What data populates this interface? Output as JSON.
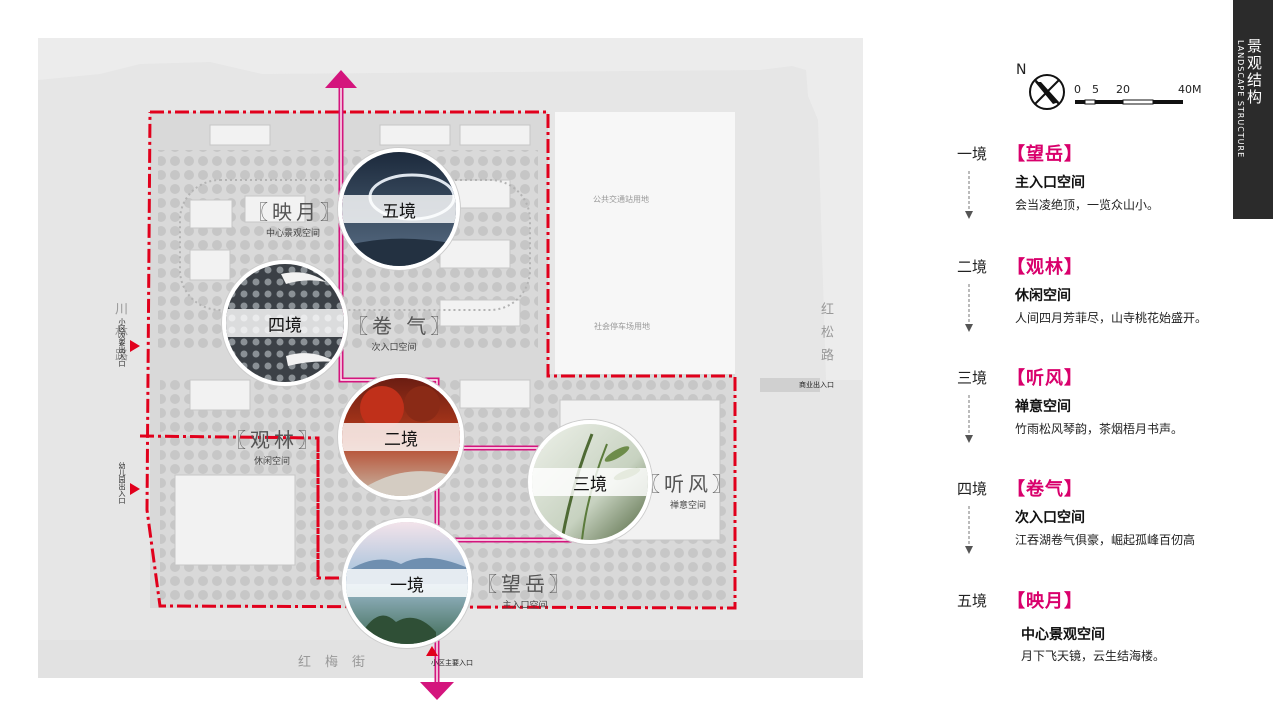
{
  "header": {
    "title_cn": "景观结构",
    "title_en": "LANDSCAPE STRUCTURE"
  },
  "scale": {
    "north": "N",
    "labels": [
      "0",
      "5",
      "20",
      "40M"
    ]
  },
  "streets": {
    "west": "川林路",
    "east": "红松路",
    "south": "红梅街"
  },
  "zones": {
    "transit": "公共交通站用地",
    "parking": "社会停车场用地"
  },
  "gates": {
    "west_top": "小区次要出入口",
    "west_bottom": "幼儿园出入口",
    "east": "商业出入口",
    "south": "小区主要入口"
  },
  "brackets": [
    {
      "title": "〖映月〗",
      "sub": "中心景观空间"
    },
    {
      "title": "〖卷 气〗",
      "sub": "次入口空间"
    },
    {
      "title": "〖观林〗",
      "sub": "休闲空间"
    },
    {
      "title": "〖听风〗",
      "sub": "禅意空间"
    },
    {
      "title": "〖望岳〗",
      "sub": "主入口空间"
    }
  ],
  "circles": [
    "五境",
    "四境",
    "二境",
    "三境",
    "一境"
  ],
  "stages": [
    {
      "num": "一境",
      "name": "【望岳】",
      "space": "主入口空间",
      "poem": "会当凌绝顶，一览众山小。"
    },
    {
      "num": "二境",
      "name": "【观林】",
      "space": "休闲空间",
      "poem": "人间四月芳菲尽，山寺桃花始盛开。"
    },
    {
      "num": "三境",
      "name": "【听风】",
      "space": "禅意空间",
      "poem": "竹雨松风琴韵，茶烟梧月书声。"
    },
    {
      "num": "四境",
      "name": "【卷气】",
      "space": "次入口空间",
      "poem": "江吞湖卷气俱豪，崛起孤峰百仞高"
    },
    {
      "num": "五境",
      "name": "【映月】",
      "space": "中心景观空间",
      "poem": "月下飞天镜，云生结海楼。"
    }
  ],
  "colors": {
    "boundary": "#e1001c",
    "route": "#d4157d",
    "accent": "#d9006c",
    "tag_bg": "#2b2b2b"
  }
}
